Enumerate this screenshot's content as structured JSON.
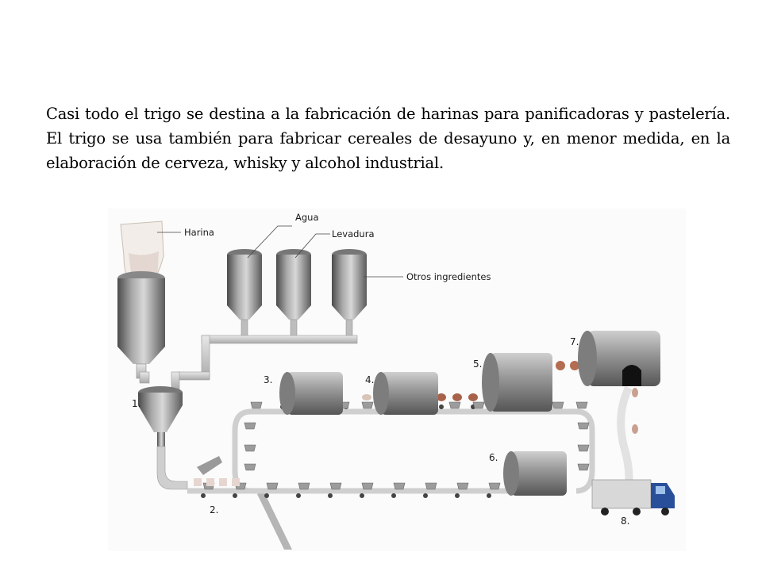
{
  "paragraph": "Casi todo el trigo se destina a la fabricación de harinas para panificadoras y pastelería. El trigo se usa también para fabricar cereales de desayuno y, en menor medida, en la elaboración de cerveza, whisky y alcohol industrial.",
  "diagram": {
    "labels": {
      "harina": "Harina",
      "agua": "Agua",
      "levadura": "Levadura",
      "otros": "Otros ingredientes"
    },
    "steps": [
      "1.",
      "2.",
      "3.",
      "4.",
      "5.",
      "6.",
      "7.",
      "8."
    ]
  }
}
